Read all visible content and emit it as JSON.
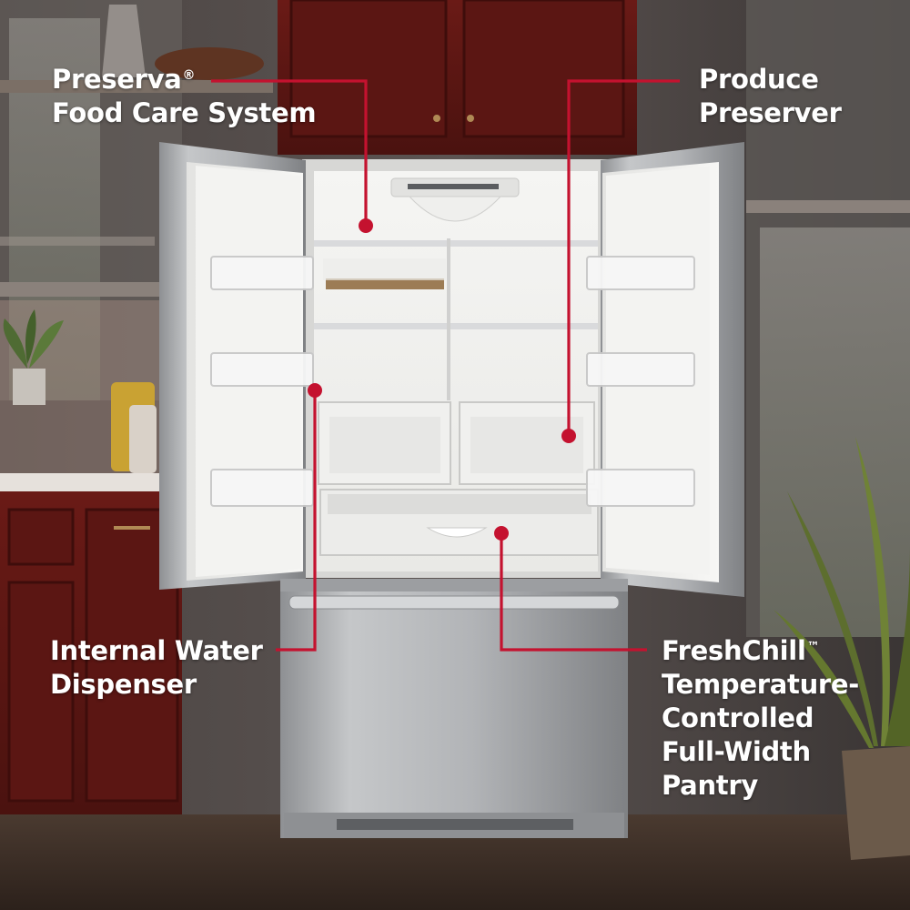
{
  "callouts": {
    "preserva": {
      "line1": "Preserva",
      "mark": "®",
      "line2": "Food Care System"
    },
    "produce": {
      "line1": "Produce",
      "line2": "Preserver"
    },
    "water": {
      "line1": "Internal Water",
      "line2": "Dispenser"
    },
    "freshchill": {
      "line1": "FreshChill",
      "mark": "™",
      "line2": "Temperature-",
      "line3": "Controlled",
      "line4": "Full-Width",
      "line5": "Pantry"
    }
  },
  "colors": {
    "accent": "#c4122f",
    "label_text": "#ffffff",
    "cabinet": "#6e1a16",
    "wall": "#ddd6d1",
    "stainless": "#b7b9bc",
    "interior": "#f3f3f1"
  }
}
